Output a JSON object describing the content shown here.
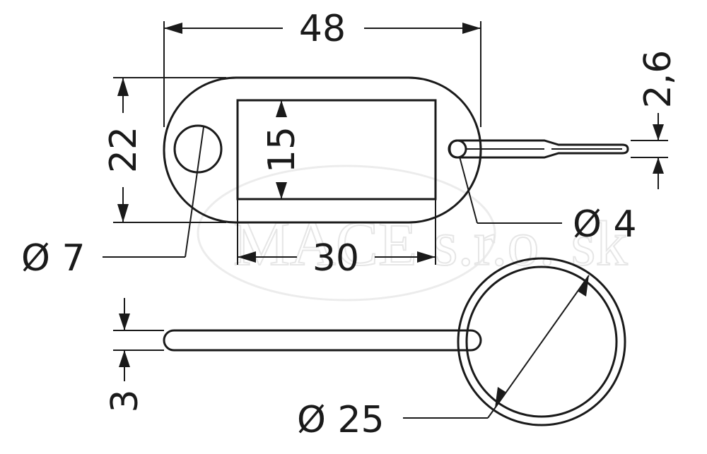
{
  "diagram": {
    "type": "technical-drawing",
    "colors": {
      "line": "#1a1a1a",
      "background": "#ffffff",
      "watermark": "#e6e6e6"
    },
    "watermark": {
      "text": "MACE s.r.o. sk"
    },
    "dimensions": {
      "overall_length": "48",
      "tag_height": "22",
      "window_height": "15",
      "window_width": "30",
      "hole_diameter": "Ø 7",
      "pin_hole_diameter": "Ø 4",
      "clip_thickness": "2,6",
      "ring_wire_thickness": "3",
      "ring_diameter": "Ø 25"
    }
  }
}
